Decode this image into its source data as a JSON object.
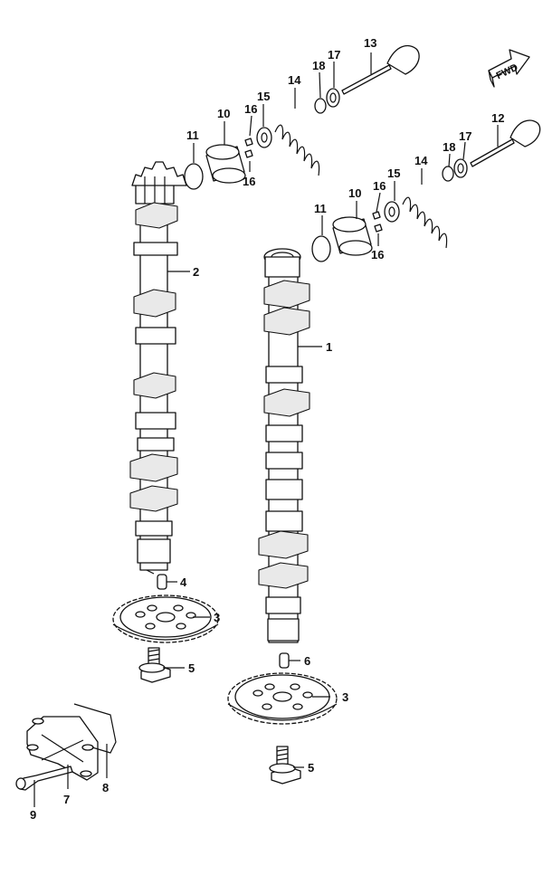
{
  "fwd_label": "FWD",
  "callouts": [
    "1",
    "2",
    "3",
    "3",
    "4",
    "5",
    "5",
    "6",
    "7",
    "8",
    "9",
    "10",
    "10",
    "11",
    "11",
    "12",
    "13",
    "14",
    "14",
    "15",
    "15",
    "16",
    "16",
    "16",
    "16",
    "17",
    "17",
    "18",
    "18"
  ]
}
